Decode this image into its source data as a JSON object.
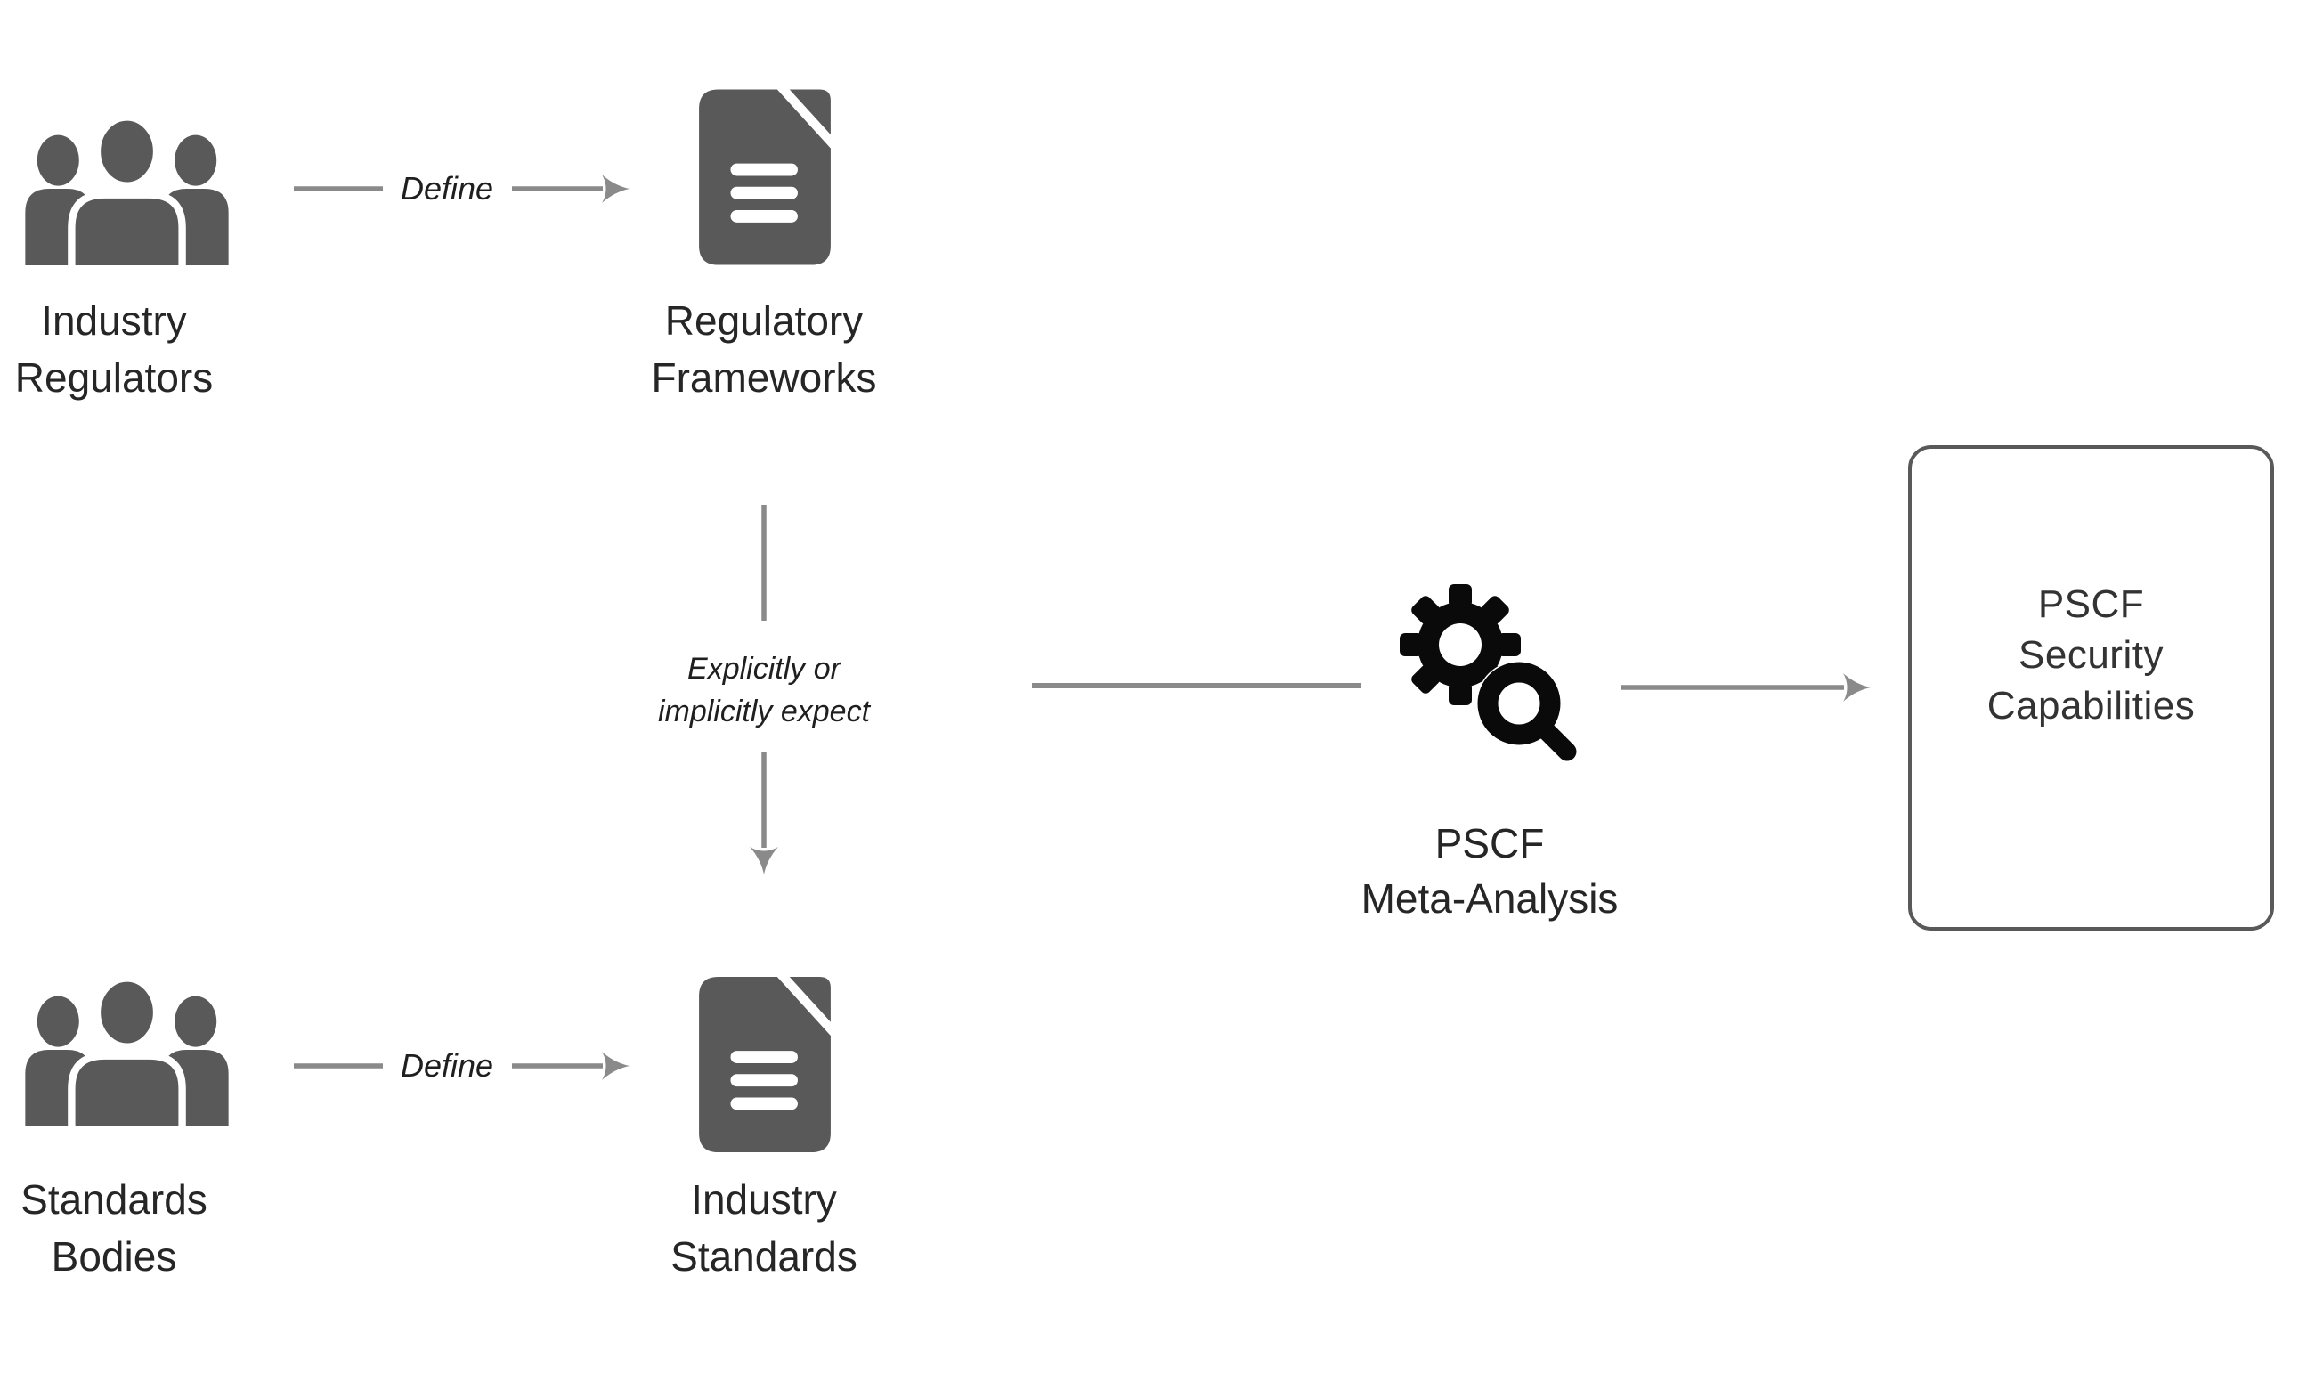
{
  "colors": {
    "background": "#ffffff",
    "icon_gray": "#595959",
    "arrow_gray": "#8a8a8a",
    "gear_black": "#0a0a0a",
    "box_border": "#595959",
    "label_text": "#262626",
    "box_text": "#333333"
  },
  "nodes": {
    "industry_regulators": {
      "line1": "Industry",
      "line2": "Regulators"
    },
    "regulatory_frameworks": {
      "line1": "Regulatory",
      "line2": "Frameworks"
    },
    "standards_bodies": {
      "line1": "Standards",
      "line2": "Bodies"
    },
    "industry_standards": {
      "line1": "Industry",
      "line2": "Standards"
    },
    "pscf_meta_analysis": {
      "line1": "PSCF",
      "line2": "Meta-Analysis"
    },
    "pscf_security_capabilities": {
      "line1": "PSCF",
      "line2": "Security",
      "line3": "Capabilities"
    }
  },
  "edges": {
    "define_top": {
      "label": "Define"
    },
    "define_bottom": {
      "label": "Define"
    },
    "explicit_expect": {
      "line1": "Explicitly or",
      "line2": "implicitly expect"
    }
  }
}
